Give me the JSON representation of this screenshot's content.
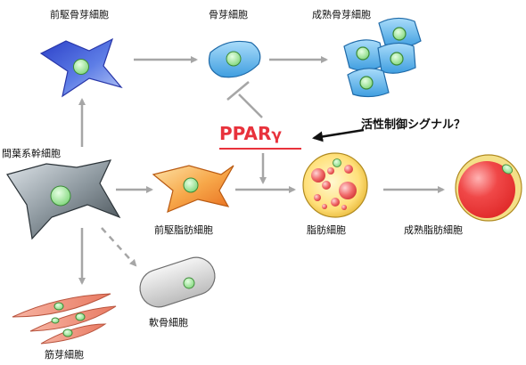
{
  "labels": {
    "preosteoblast": "前駆骨芽細胞",
    "osteoblast": "骨芽細胞",
    "mature_osteoblast": "成熟骨芽細胞",
    "msc": "間葉系幹細胞",
    "preadipocyte": "前駆脂肪細胞",
    "adipocyte": "脂肪細胞",
    "mature_adipocyte": "成熟脂肪細胞",
    "chondrocyte": "軟骨細胞",
    "myocyte": "筋芽細胞"
  },
  "pparg": {
    "text": "PPAR",
    "gamma": "γ",
    "color": "#e8323c"
  },
  "signal": "活性制御シグナル？",
  "colors": {
    "arrow": "#a6a6a6",
    "nucleus": "#9ee89a",
    "osteo_blue": "#6ab7ec",
    "preosteo_blue": "#4466dd",
    "adipo_orange": "#f5a03c",
    "adipo_red": "#ee3b3b",
    "muscle": "#f0907a",
    "cartilage": "#d8d8d8",
    "stem_gray": "#6f7a82"
  }
}
